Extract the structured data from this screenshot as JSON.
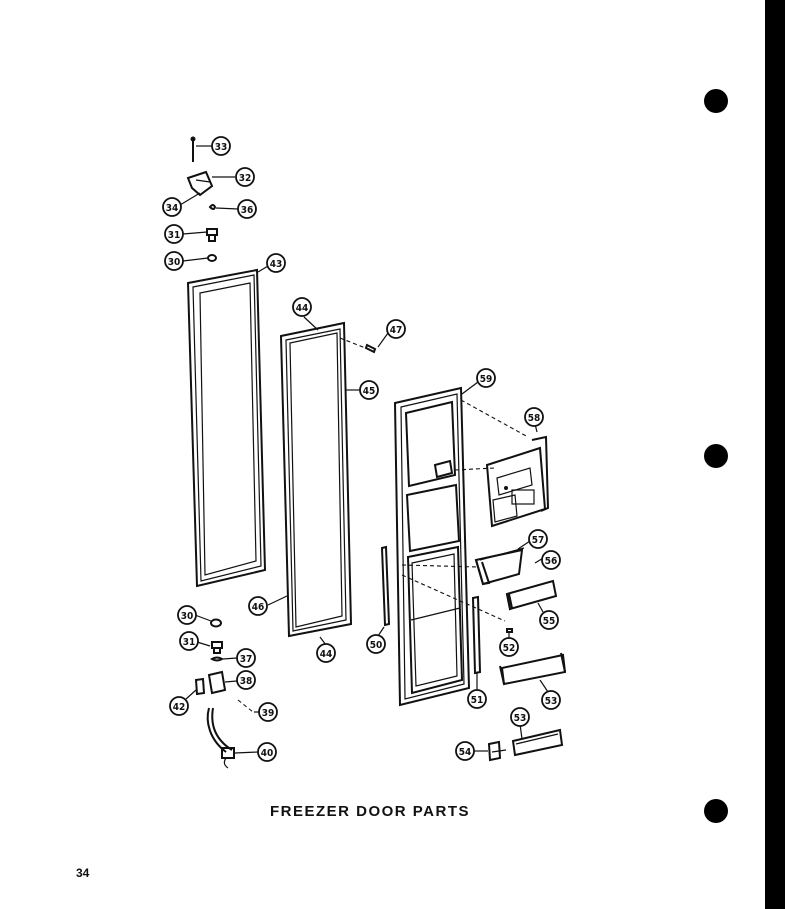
{
  "caption": "FREEZER DOOR PARTS",
  "page_number": "34",
  "callouts": {
    "c33": "33",
    "c32": "32",
    "c34": "34",
    "c36": "36",
    "c31a": "31",
    "c30a": "30",
    "c43": "43",
    "c44a": "44",
    "c47": "47",
    "c45": "45",
    "c59": "59",
    "c58": "58",
    "c57": "57",
    "c56": "56",
    "c55": "55",
    "c46": "46",
    "c44b": "44",
    "c50": "50",
    "c52": "52",
    "c30b": "30",
    "c31b": "31",
    "c37": "37",
    "c38": "38",
    "c42": "42",
    "c39": "39",
    "c40": "40",
    "c51": "51",
    "c53a": "53",
    "c53b": "53",
    "c54": "54"
  },
  "colors": {
    "ink": "#111111",
    "paper": "#ffffff",
    "binder_strip": "#000000"
  }
}
